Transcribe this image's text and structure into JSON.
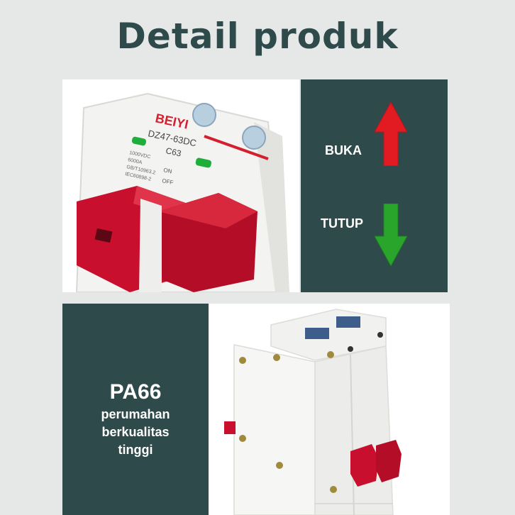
{
  "title": "Detail produk",
  "open_label": "BUKA",
  "close_label": "TUTUP",
  "material": {
    "name": "PA66",
    "lines": [
      "perumahan",
      "berkualitas",
      "tinggi"
    ]
  },
  "product_label": {
    "brand": "BEIYI",
    "model": "DZ47-63DC",
    "rating": "C63",
    "spec_lines": [
      "1000VDC",
      "6000A",
      "GB/T10963.2",
      "IEC60898-2"
    ],
    "on": "ON",
    "off": "OFF"
  },
  "colors": {
    "dark_panel": "#2f4a4a",
    "up_arrow": "#e21b22",
    "down_arrow": "#2aa52c",
    "breaker_red": "#c8102e"
  }
}
